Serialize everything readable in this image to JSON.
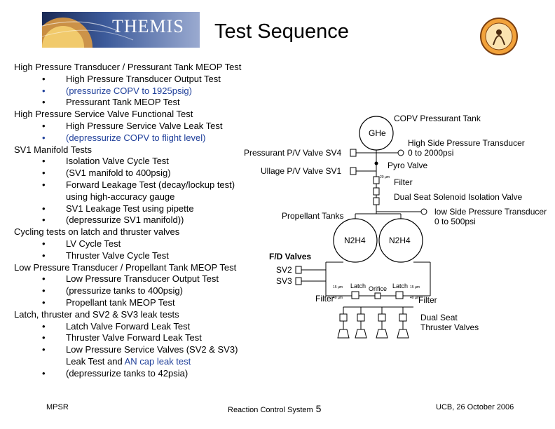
{
  "header": {
    "logo_text": "THEMIS",
    "title": "Test Sequence"
  },
  "outline": [
    {
      "text": "High Pressure Transducer / Pressurant Tank MEOP Test",
      "items": [
        {
          "text": "High Pressure Transducer Output Test",
          "highlight": false
        },
        {
          "text": "(pressurize COPV to 1925psig)",
          "highlight": true
        },
        {
          "text": "Pressurant Tank MEOP Test",
          "highlight": false
        }
      ]
    },
    {
      "text": "High Pressure Service Valve Functional Test",
      "items": [
        {
          "text": "High Pressure Service Valve Leak Test",
          "highlight": false
        },
        {
          "text": "(depressurize COPV to flight level)",
          "highlight": true
        }
      ]
    },
    {
      "text": "SV1 Manifold Tests",
      "items": [
        {
          "text": "Isolation Valve Cycle Test",
          "highlight": false
        },
        {
          "text": "(SV1 manifold to 400psig)",
          "highlight": false
        },
        {
          "text": "Forward Leakage Test (decay/lockup test) using high-accuracy gauge",
          "highlight": false
        },
        {
          "text": "SV1 Leakage Test using pipette",
          "highlight": false
        },
        {
          "text": "(depressurize SV1 manifold))",
          "highlight": false
        }
      ]
    },
    {
      "text": "Cycling tests on latch and thruster valves",
      "items": [
        {
          "text": "LV Cycle Test",
          "highlight": false
        },
        {
          "text": "Thruster Valve Cycle Test",
          "highlight": false
        }
      ]
    },
    {
      "text": "Low Pressure Transducer / Propellant Tank MEOP Test",
      "items": [
        {
          "text": "Low Pressure Transducer Output Test",
          "highlight": false
        },
        {
          "text": "(pressurize tanks to 400psig)",
          "highlight": false
        },
        {
          "text": "Propellant tank MEOP Test",
          "highlight": false
        }
      ]
    },
    {
      "text": "Latch, thruster and SV2 & SV3  leak tests",
      "items": [
        {
          "text": "Latch Valve Forward Leak Test",
          "highlight": false
        },
        {
          "text": "Thruster Valve Forward Leak Test",
          "highlight": false
        },
        {
          "text": "Low Pressure Service Valves (SV2 & SV3) Leak Test and ",
          "suffix": "AN cap leak test",
          "highlight": false
        },
        {
          "text": "(depressurize tanks to 42psia)",
          "highlight": false
        }
      ]
    }
  ],
  "bullet": "•",
  "diagram": {
    "copv_label": "COPV Pressurant Tank",
    "ghe": "GHe",
    "hpt_label": "High Side Pressure Transducer",
    "hpt_range": "0 to 2000psi",
    "pressurant_valve": "Pressurant P/V Valve SV4",
    "ullage_valve": "Ullage P/V Valve SV1",
    "pyro_valve": "Pyro Valve",
    "filter": "Filter",
    "dual_seat_iso": "Dual Seat Solenoid Isolation Valve",
    "prop_tanks": "Propellant Tanks",
    "lpt_label": "low Side Pressure Transducer",
    "lpt_range": "0 to 500psi",
    "tank_left": "N2H4",
    "tank_right": "N2H4",
    "fd_valves": "F/D Valves",
    "sv2": "SV2",
    "sv3": "SV3",
    "latch": "Latch",
    "orifice": "Orifice",
    "filter_left": "Filter",
    "filter_right": "Filter",
    "dual_seat_thr_1": "Dual Seat",
    "dual_seat_thr_2": "Thruster Valves",
    "micron_20": "20 µm",
    "micron_15": "15 µm",
    "micron_40": "40 µm"
  },
  "footer": {
    "left": "MPSR",
    "center": "Reaction Control System",
    "page": "5",
    "right": "UCB, 26 October 2006"
  }
}
